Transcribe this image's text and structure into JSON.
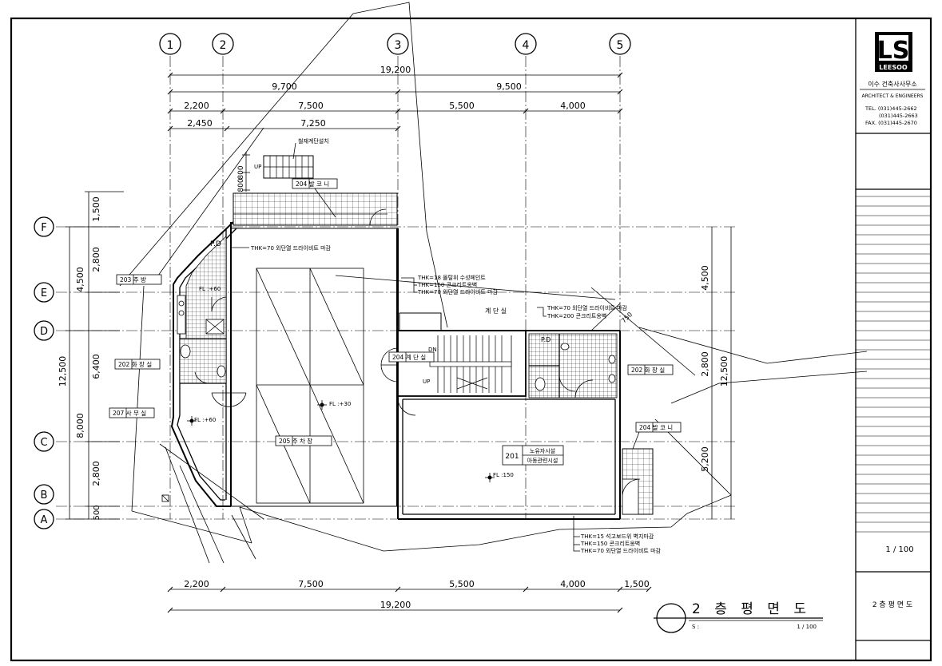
{
  "title_block": {
    "logo_letters": "LS",
    "logo_name": "LEESOO",
    "firm_korean": "이수 건축사사무소",
    "firm_english": "ARCHITECT & ENGINEERS",
    "tel1": "TEL. (031)445-2662",
    "tel2": "(031)445-2663",
    "fax": "FAX. (031)445-2670",
    "scale": "1 / 100",
    "drawing_name": "2 층 평 면 도"
  },
  "grid_axes": {
    "columns": [
      "1",
      "2",
      "3",
      "4",
      "5"
    ],
    "rows": [
      "F",
      "E",
      "D",
      "C",
      "B",
      "A"
    ]
  },
  "dimensions": {
    "top_total": "19,200",
    "top_row2": [
      "9,700",
      "9,500"
    ],
    "top_row3": [
      "2,200",
      "7,500",
      "5,500",
      "4,000"
    ],
    "top_row4": [
      "2,450",
      "7,250"
    ],
    "bottom_row1": [
      "2,200",
      "7,500",
      "5,500",
      "4,000",
      "1,500"
    ],
    "bottom_total": "19,200",
    "left_outer": [
      "4,500",
      "12,500"
    ],
    "left_inner": [
      "1,500",
      "2,800",
      "6,400",
      "8,000",
      "2,800",
      "500"
    ],
    "right": [
      "4,500",
      "2,800",
      "12,500",
      "5,200"
    ],
    "stair_top": [
      "800",
      "800"
    ],
    "chamfer": "750"
  },
  "rooms": {
    "r201_no": "201",
    "r201_line1": "노유자시설",
    "r201_line2": "아동관련시설",
    "r202_left": "202 화 장 실",
    "r202_right": "202 화 장 실",
    "r203": "203 주   방",
    "r204_top": "204 발 코 니",
    "r204_stair": "204 계 단 실",
    "r204_right": "204 발 코 니",
    "r205": "205 주 차 장",
    "r207": "207 사 무 실",
    "stair_hall": "계 단 실"
  },
  "notes": {
    "steel_stair": "철재계단설치",
    "up1": "UP",
    "up2": "UP",
    "dn": "DN",
    "pd1": "P.D",
    "pd2": "P.D",
    "fl_60a": "FL :+60",
    "fl_60b": "FL :+60",
    "fl_30": "FL :+30",
    "fl_150": "FL :150",
    "thk_left": "THK=70 외단열 드라이비트 마감",
    "thk_mid": [
      "THK=18 몰탈위 수성페인트",
      "THK=150 콘크리트옹벽",
      "THK=70 외단열 드라이비트 마감"
    ],
    "thk_right": [
      "THK=70 외단열 드라이비트 마감",
      "THK=200 콘크리트옹벽"
    ],
    "thk_bottom": [
      "THK=15 석고보드위 벽지마감",
      "THK=150 콘크리트옹벽",
      "THK=70 외단열 드라이비트 마감"
    ]
  },
  "drawing_title": {
    "text": "2 층 평 면 도",
    "scale_label": "S :",
    "scale_value": "1 / 100"
  }
}
